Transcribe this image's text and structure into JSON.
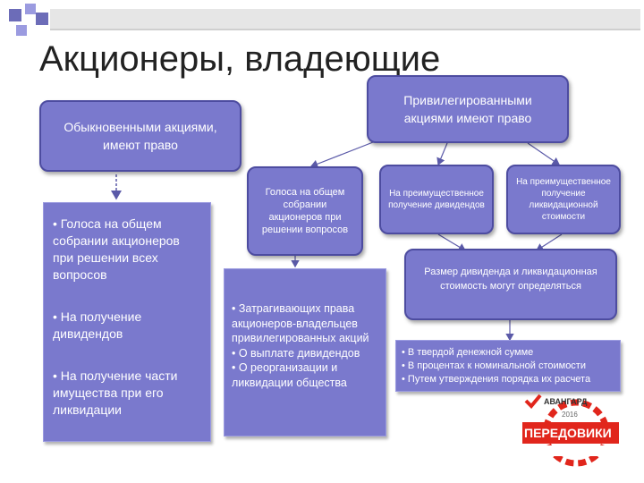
{
  "title": "Акционеры, владеющие",
  "ordinary_box": "Обыкновенными акциями, имеют право",
  "preferred_box": "Привилегированными акциями имеют право",
  "ordinary_rights": [
    "• Голоса на общем собрании акционеров при решении всех вопросов",
    "• На получение дивидендов",
    "• На получение части имущества при его ликвидации"
  ],
  "preferred_vote_box": "Голоса на общем собрании акционеров при решении вопросов",
  "preferred_vote_list": [
    "• Затрагивающих права акционеров-владельцев привилегированных акций",
    "• О выплате дивидендов",
    "• О реорганизации и ликвидации общества"
  ],
  "dividend_priority_box": "На преимущественное получение дивидендов",
  "liquidation_priority_box": "На преимущественное получение ликвидационной стоимости",
  "amount_box": "Размер дивиденда и ликвидационная стоимость могут определяться",
  "amount_list": [
    "• В твердой денежной сумме",
    "• В процентах к номинальной стоимости",
    "• Путем утверждения порядка их расчета"
  ],
  "logo": {
    "brand_top": "АВАНГАРД",
    "year": "2016",
    "brand_main": "ПЕРЕДОВИКИ"
  },
  "colors": {
    "box_fill": "#7a79cd",
    "box_border": "#4d4ca0",
    "logo_red": "#e1261c"
  }
}
